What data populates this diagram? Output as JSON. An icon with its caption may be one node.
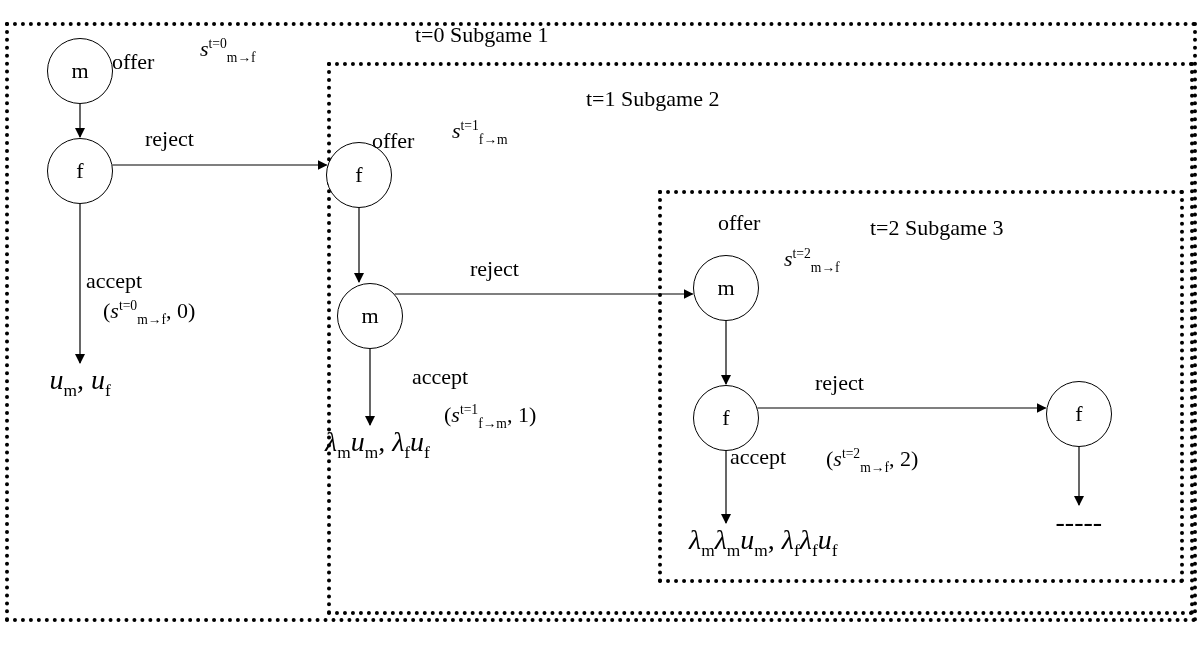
{
  "diagram": {
    "nodes": [
      {
        "text": [
          "t=0 Subgame 1"
        ]
      },
      {
        "text": [
          "t=1 Subgame 2"
        ],
        "in": 0
      },
      {
        "text": [
          "t=2 Subgame 3"
        ],
        "in": 1
      },
      {
        "text": [
          "m"
        ],
        "in": 0,
        "beside": [
          "offer",
          "*s*$^{t=0}$$_{m→f}$"
        ]
      },
      {
        "text": [
          "f"
        ],
        "in": 0
      },
      {
        "text": [
          "*u*$_{m}$, *u*$_{f}$"
        ],
        "in": 0
      },
      {
        "text": [
          "f"
        ],
        "in": 1,
        "beside": [
          "offer",
          "*s*$^{t=1}$$_{f→m}$"
        ]
      },
      {
        "text": [
          "m"
        ],
        "in": 1
      },
      {
        "text": [
          "*λ*$_{m}$*u*$_{m}$, *λ*$_{f}$*u*$_{f}$"
        ],
        "in": 1
      },
      {
        "text": [
          "m"
        ],
        "in": 2,
        "beside": [
          "offer",
          "*s*$^{t=2}$$_{m→f}$"
        ]
      },
      {
        "text": [
          "f"
        ],
        "in": 2
      },
      {
        "text": [
          "*λ*$_{m}$*λ*$_{m}$*u*$_{m}$, *λ*$_{f}$*λ*$_{f}$*u*$_{f}$"
        ],
        "in": 2
      },
      {
        "text": [
          "f"
        ],
        "in": 2
      },
      {
        "text": [
          "-----"
        ],
        "in": 2
      }
    ],
    "edges": [
      {
        "from": 3,
        "to": 4,
        "arrow": "to"
      },
      {
        "from": 4,
        "to": 6,
        "arrow": "to",
        "label": "reject"
      },
      {
        "from": 4,
        "to": 5,
        "arrow": "to",
        "label": "accept"
      },
      {
        "from": 6,
        "to": 7,
        "arrow": "to"
      },
      {
        "from": 7,
        "to": 9,
        "arrow": "to",
        "label": "reject"
      },
      {
        "from": 7,
        "to": 8,
        "arrow": "to",
        "label": "accept"
      },
      {
        "from": 9,
        "to": 10,
        "arrow": "to"
      },
      {
        "from": 10,
        "to": 12,
        "arrow": "to",
        "label": "reject"
      },
      {
        "from": 10,
        "to": 11,
        "arrow": "to",
        "label": "accept"
      },
      {
        "from": 12,
        "to": 13,
        "arrow": "to"
      }
    ],
    "labels": [
      "(*s*$^{t=0}$$_{m→f}$, 0)",
      "(*s*$^{t=1}$$_{f→m}$, 1)",
      "(*s*$^{t=2}$$_{m→f}$, 2)"
    ]
  }
}
